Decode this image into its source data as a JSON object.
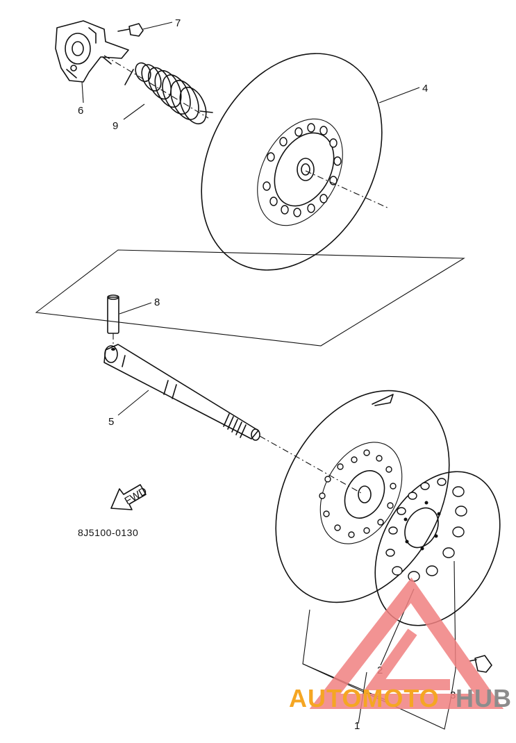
{
  "labels": {
    "part_1": "1",
    "part_2": "2",
    "part_3": "3",
    "part_4": "4",
    "part_5": "5",
    "part_6": "6",
    "part_7": "7",
    "part_8": "8",
    "part_9": "9"
  },
  "fwd_arrow_text": "FWD",
  "diagram_code": "8J5100-0130",
  "watermark": {
    "part_a": "AUTOMOTO",
    "part_b": "HUB",
    "triangle_color": "#f08080",
    "color_a": "#f5a623",
    "color_b": "#8c8c8c"
  }
}
